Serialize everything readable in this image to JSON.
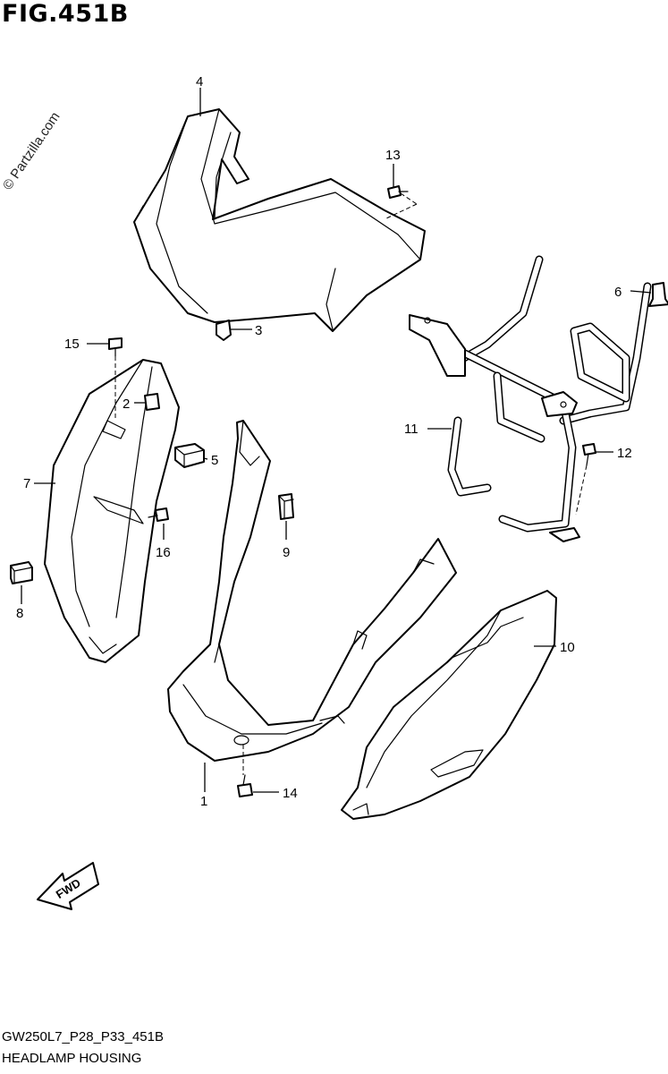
{
  "header": {
    "figure_title": "FIG.451B"
  },
  "watermark": "© Partzilla.com",
  "footer": {
    "diagram_code": "GW250L7_P28_P33_451B",
    "section_title": "HEADLAMP HOUSING"
  },
  "fwd_label": "FWD",
  "callouts": {
    "c1": "1",
    "c2": "2",
    "c3": "3",
    "c4": "4",
    "c5": "5",
    "c6": "6",
    "c7": "7",
    "c8": "8",
    "c9": "9",
    "c10": "10",
    "c11": "11",
    "c12": "12",
    "c13": "13",
    "c14": "14",
    "c15": "15",
    "c16": "16"
  }
}
